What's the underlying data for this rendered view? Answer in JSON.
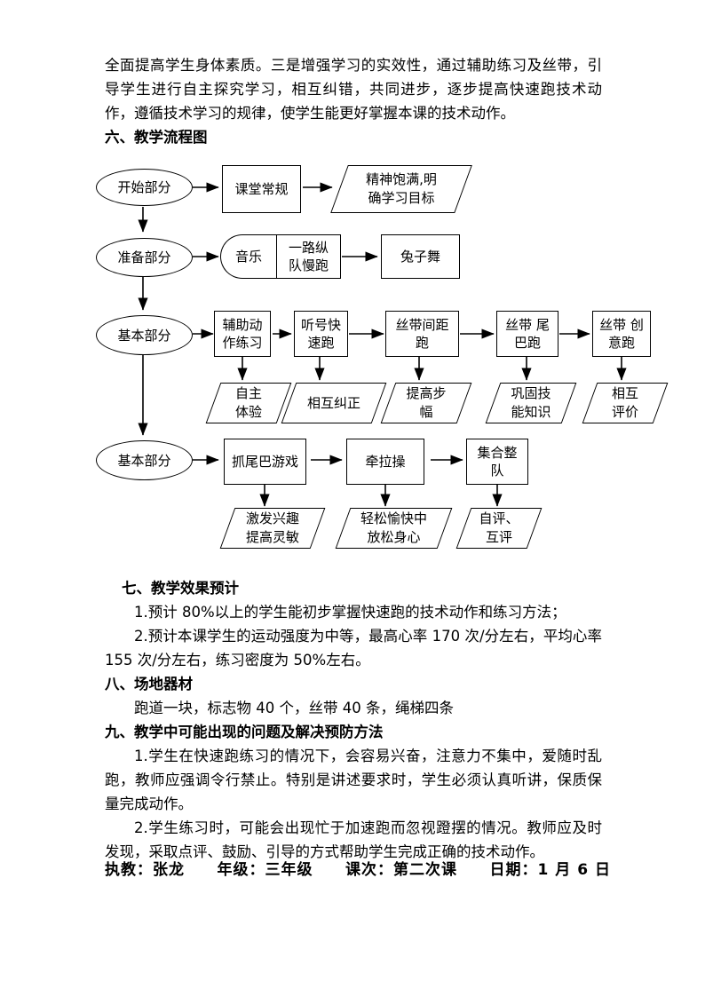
{
  "document": {
    "intro_paragraph": "全面提高学生身体素质。三是增强学习的实效性，通过辅助练习及丝带，引导学生进行自主探究学习，相互纠错，共同进步，逐步提高快速跑技术动作，遵循技术学习的规律，使学生能更好掌握本课的技术动作。",
    "section_six_heading": "六、教学流程图",
    "section_seven_heading": "七、教学效果预计",
    "section_seven_item1": "1.预计 80%以上的学生能初步掌握快速跑的技术动作和练习方法；",
    "section_seven_item2": "2.预计本课学生的运动强度为中等，最高心率 170 次/分左右，平均心率 155 次/分左右，练习密度为 50%左右。",
    "section_eight_heading": "八、场地器材",
    "section_eight_body": "跑道一块，标志物 40 个，丝带 40 条，绳梯四条",
    "section_nine_heading": "九、教学中可能出现的问题及解决预防方法",
    "section_nine_item1": "1.学生在快速跑练习的情况下，会容易兴奋，注意力不集中，爱随时乱跑，教师应强调令行禁止。特别是讲述要求时，学生必须认真听讲，保质保量完成动作。",
    "section_nine_item2": "2.学生练习时，可能会出现忙于加速跑而忽视蹬摆的情况。教师应及时发现，采取点评、鼓励、引导的方式帮助学生完成正确的技术动作。",
    "footer": {
      "teacher_label": "执教：张龙",
      "grade_label": "年级：三年级",
      "lesson_label": "课次：第二次课",
      "date_label": "日期：1 月 6 日"
    }
  },
  "flowchart": {
    "stages": [
      {
        "id": "start",
        "label": "开始部分"
      },
      {
        "id": "prepare",
        "label": "准备部分"
      },
      {
        "id": "main",
        "label": "基本部分"
      },
      {
        "id": "end",
        "label": "基本部分"
      }
    ],
    "row1": {
      "activity": "课堂常规",
      "outcome": "精神饱满,明\n确学习目标"
    },
    "row2": {
      "music": "音乐",
      "activity": "一路纵\n队慢跑",
      "next": "兔子舞"
    },
    "row3": {
      "activities": [
        "辅助动\n作练习",
        "听号快\n速跑",
        "丝带间距\n跑",
        "丝带 尾\n巴跑",
        "丝带 创\n意跑"
      ],
      "outcomes": [
        "自主\n体验",
        "相互纠正",
        "提高步\n幅",
        "巩固技\n能知识",
        "相互\n评价"
      ]
    },
    "row4": {
      "activities": [
        "抓尾巴游戏",
        "牵拉操",
        "集合整\n队"
      ],
      "outcomes": [
        "激发兴趣\n提高灵敏",
        "轻松愉快中\n放松身心",
        "自评、\n互评"
      ]
    }
  },
  "colors": {
    "ink": "#000000",
    "paper": "#ffffff"
  }
}
